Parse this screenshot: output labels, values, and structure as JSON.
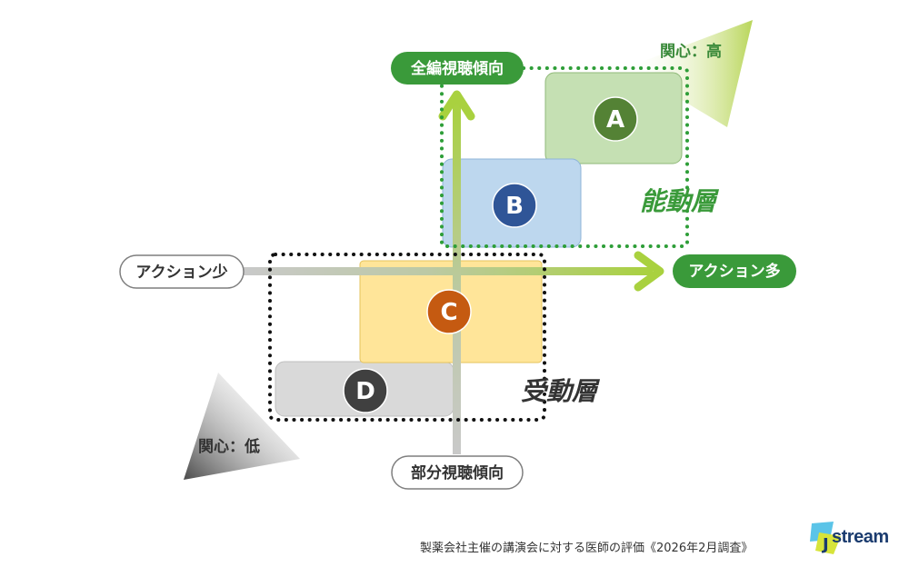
{
  "labels": {
    "interest_high": "関心：高",
    "interest_low": "関心：低",
    "full_viewing": "全編視聴傾向",
    "partial_viewing": "部分視聴傾向",
    "action_low": "アクション少",
    "action_high": "アクション多",
    "active_layer": "能動層",
    "passive_layer": "受動層"
  },
  "segments": [
    {
      "letter": "A",
      "fill": "#c5e0b3",
      "circle": "#548235"
    },
    {
      "letter": "B",
      "fill": "#bdd7ee",
      "circle": "#2f5597"
    },
    {
      "letter": "C",
      "fill": "#ffe599",
      "circle": "#c55a11"
    },
    {
      "letter": "D",
      "fill": "#d9d9d9",
      "circle": "#404040"
    }
  ],
  "caption": "製薬会社主催の講演会に対する医師の評価《2026年2月調査》",
  "logo": {
    "text": "stream",
    "mark": "J"
  },
  "colors": {
    "green_dark": "#3a9a3a",
    "green_light": "#a9d13f",
    "dotted_active": "#2e9e38",
    "dotted_passive": "#111111"
  }
}
